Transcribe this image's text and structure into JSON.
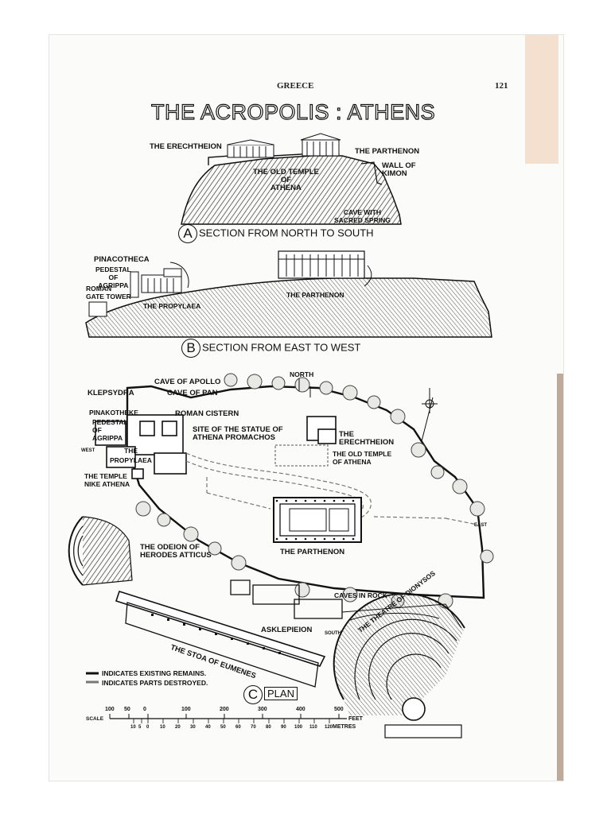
{
  "header": {
    "section": "GREECE",
    "page_number": "121"
  },
  "title": "THE ACROPOLIS : ATHENS",
  "section_a": {
    "letter": "A",
    "caption": "SECTION FROM NORTH TO SOUTH",
    "labels": {
      "erechtheion": "THE ERECHTHEION",
      "parthenon": "THE PARTHENON",
      "old_temple": "THE OLD TEMPLE\nOF\nATHENA",
      "wall": "WALL OF\nKIMON",
      "cave": "CAVE WITH\nSACRED SPRING"
    }
  },
  "section_b": {
    "letter": "B",
    "caption": "SECTION FROM EAST TO WEST",
    "labels": {
      "pinacotheca": "PINACOTHECA",
      "pedestal": "PEDESTAL\nOF\nAGRIPPA",
      "roman_gate": "ROMAN\nGATE TOWER",
      "propylaea": "THE PROPYLAEA",
      "parthenon": "THE PARTHENON"
    }
  },
  "plan": {
    "letter": "C",
    "caption": "PLAN",
    "labels": {
      "north": "NORTH",
      "cave_apollo": "CAVE OF APOLLO",
      "cave_pan": "CAVE OF PAN",
      "klepsydra": "KLEPSYDRA",
      "pinakotheke": "PINAKOTHEKE",
      "pedestal": "PEDESTAL\nOF\nAGRIPPA",
      "roman_cistern": "ROMAN CISTERN",
      "site_statue": "SITE OF THE STATUE OF\nATHENA PROMACHOS",
      "erechtheion": "THE\nERECHTHEION",
      "old_temple": "THE OLD TEMPLE\nOF ATHENA",
      "west": "WEST",
      "propylaea": "PROPYLAEA",
      "the_prefix": "THE",
      "temple_nike": "THE TEMPLE\nNIKE ATHENA",
      "east": "EAST",
      "parthenon": "THE PARTHENON",
      "odeion": "THE ODEION OF\nHERODES ATTICUS",
      "caves_rock": "CAVES IN ROCK",
      "asklepieion": "ASKLEPIEION",
      "south": "SOUTH",
      "theatre": "THE THEATRE OF DIONYSOS",
      "stoa": "THE STOA OF EUMENES"
    },
    "legend": [
      "INDICATES EXISTING REMAINS.",
      "INDICATES PARTS DESTROYED."
    ],
    "scale": {
      "label": "SCALE",
      "feet_unit": "FEET",
      "metres_unit": "METRES",
      "feet_ticks": [
        "100",
        "50",
        "0",
        "100",
        "200",
        "300",
        "400",
        "500"
      ],
      "metre_ticks": [
        "10",
        "5",
        "0",
        "10",
        "20",
        "30",
        "40",
        "50",
        "60",
        "70",
        "80",
        "90",
        "100",
        "110",
        "120"
      ]
    }
  }
}
